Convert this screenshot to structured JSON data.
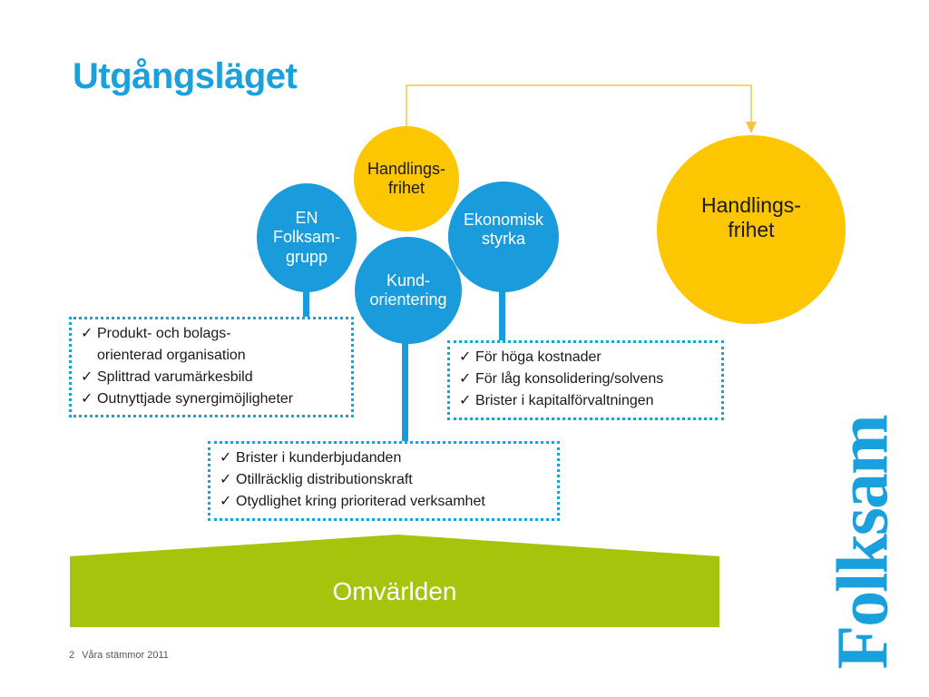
{
  "title": "Utgångsläget",
  "circles": {
    "top": "Handlings-\nfrihet",
    "left": "EN\nFolksam-\ngrupp",
    "right": "Ekonomisk\nstyrka",
    "center": "Kund-\norientering",
    "target": "Handlings-\nfrihet"
  },
  "boxes": {
    "left": [
      "Produkt- och bolags-\norienterad organisation",
      "Splittrad varumärkesbild",
      "Outnyttjade synergimöjligheter"
    ],
    "right": [
      "För höga kostnader",
      "För låg konsolidering/solvens",
      "Brister i kapitalförvaltningen"
    ],
    "center": [
      "Brister i kunderbjudanden",
      "Otillräcklig distributionskraft",
      "Otydlighet kring prioriterad verksamhet"
    ]
  },
  "check_glyph": "✓",
  "omvarlden": "Omvärlden",
  "footer": {
    "page": "2",
    "text": "Våra stämmor 2011"
  },
  "logo": "Folksam",
  "colors": {
    "blue": "#1a9bdc",
    "yellow": "#fcc600",
    "green": "#a6c40b",
    "arrow": "#f5c542"
  }
}
